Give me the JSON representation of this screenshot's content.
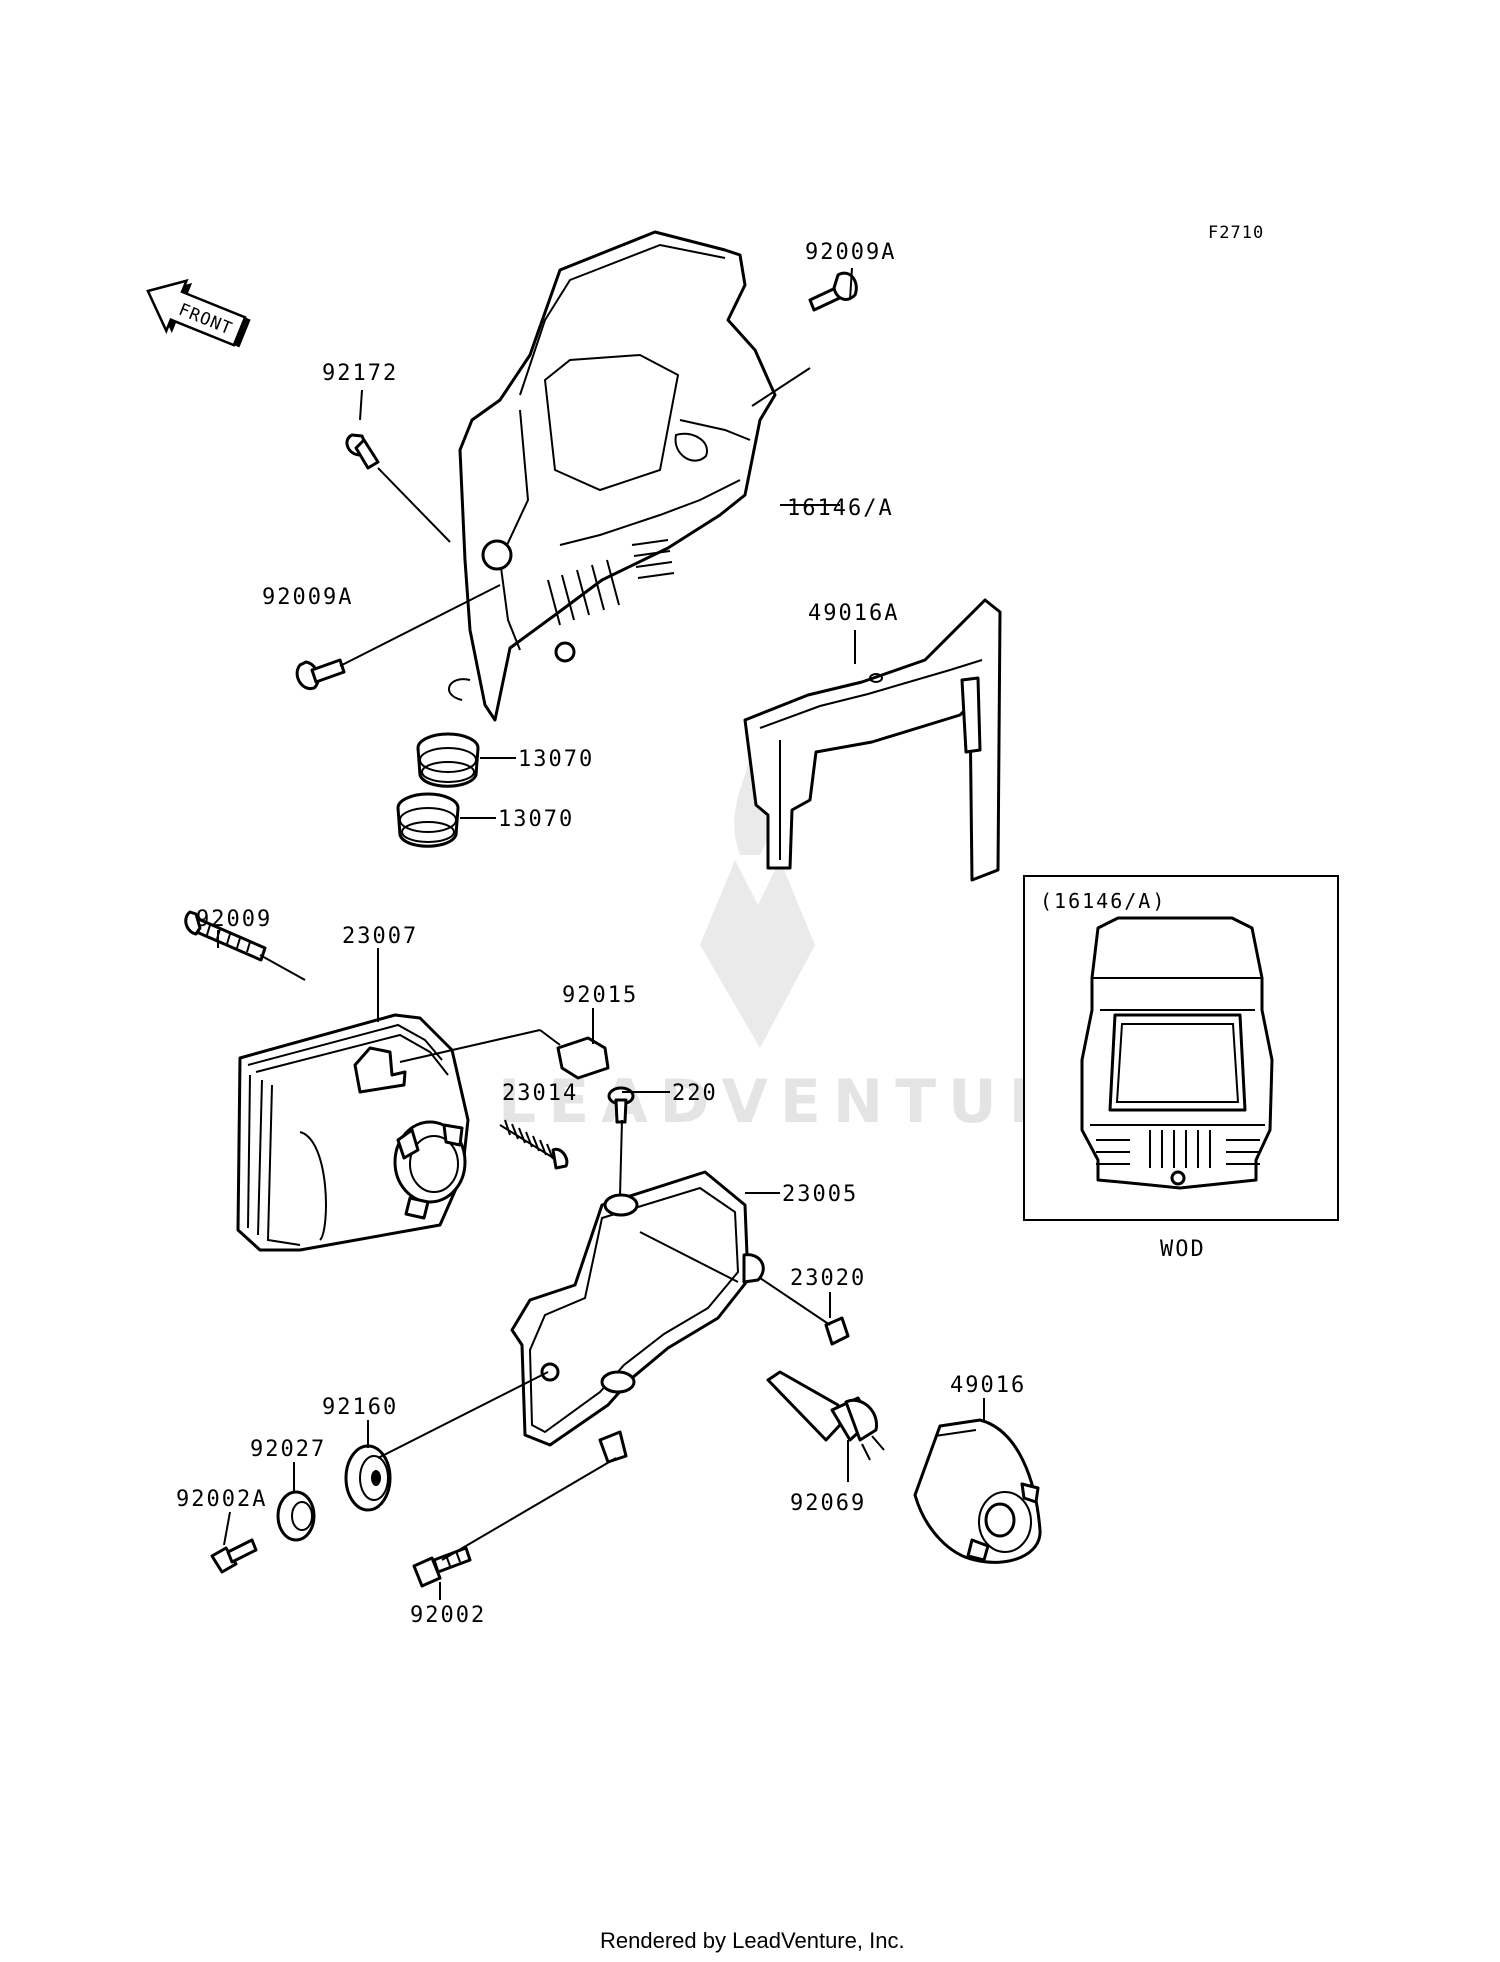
{
  "figure_code": "F2710",
  "front_arrow_label": "FRONT",
  "watermark": "LEADVENTURE",
  "footer": "Rendered by LeadVenture, Inc.",
  "inset": {
    "title": "(16146/A)",
    "caption": "WOD"
  },
  "callouts": [
    {
      "id": "p92009A_top",
      "label": "92009A"
    },
    {
      "id": "p92172",
      "label": "92172"
    },
    {
      "id": "p16146A",
      "label": "16146/A"
    },
    {
      "id": "p92009A_left",
      "label": "92009A"
    },
    {
      "id": "p49016A",
      "label": "49016A"
    },
    {
      "id": "p13070_a",
      "label": "13070"
    },
    {
      "id": "p13070_b",
      "label": "13070"
    },
    {
      "id": "p92009",
      "label": "92009"
    },
    {
      "id": "p23007",
      "label": "23007"
    },
    {
      "id": "p92015",
      "label": "92015"
    },
    {
      "id": "p23014",
      "label": "23014"
    },
    {
      "id": "p220",
      "label": "220"
    },
    {
      "id": "p23005",
      "label": "23005"
    },
    {
      "id": "p23020",
      "label": "23020"
    },
    {
      "id": "p49016",
      "label": "49016"
    },
    {
      "id": "p92160",
      "label": "92160"
    },
    {
      "id": "p92027",
      "label": "92027"
    },
    {
      "id": "p92002A",
      "label": "92002A"
    },
    {
      "id": "p92069",
      "label": "92069"
    },
    {
      "id": "p92002",
      "label": "92002"
    }
  ]
}
